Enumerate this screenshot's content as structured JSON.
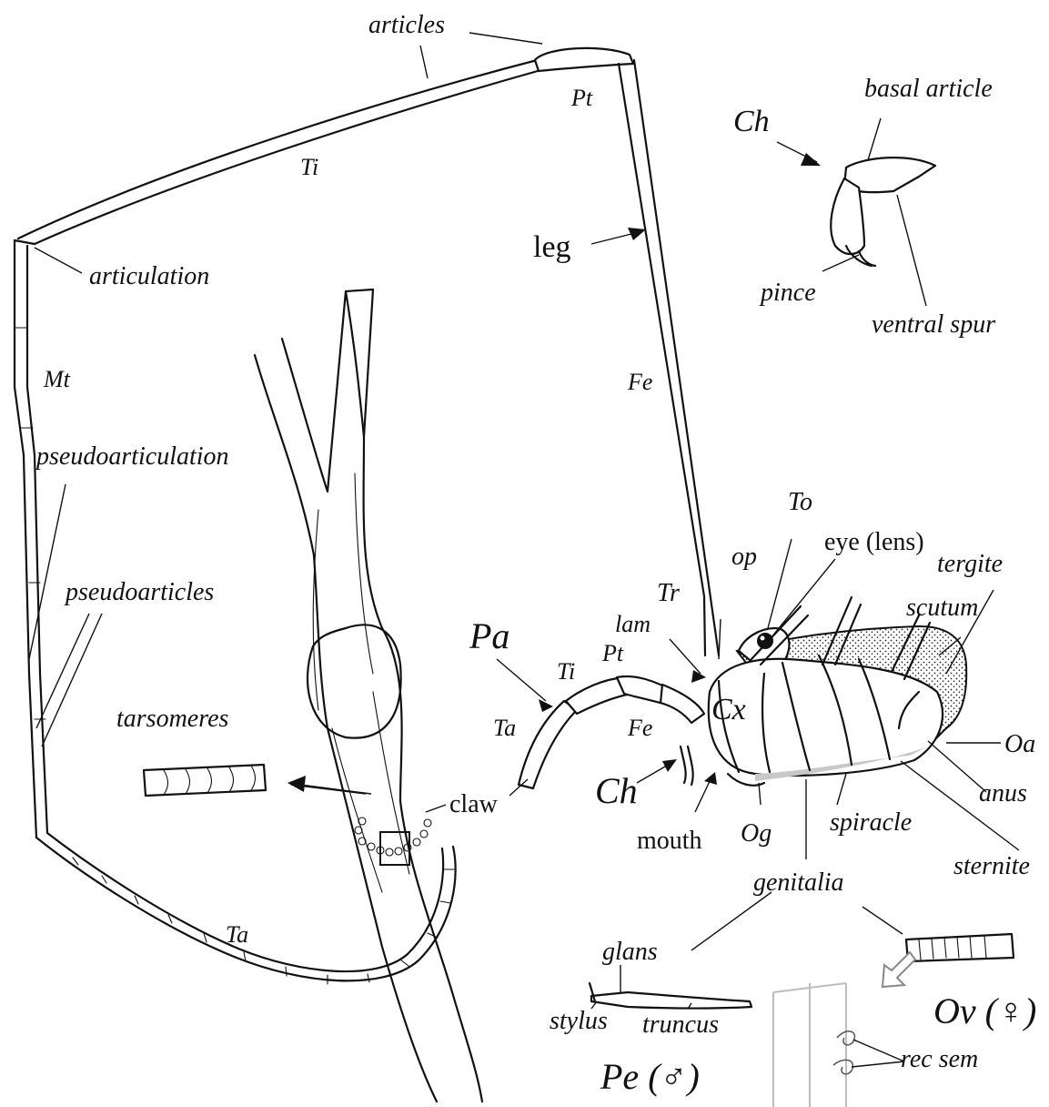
{
  "figure": {
    "labels": {
      "articles": "articles",
      "pt_top": "Pt",
      "ti_top": "Ti",
      "articulation": "articulation",
      "mt": "Mt",
      "pseudoarticulation": "pseudoarticulation",
      "pseudoarticles": "pseudoarticles",
      "tarsomeres": "tarsomeres",
      "ta_leg": "Ta",
      "claw": "claw",
      "leg": "leg",
      "fe_leg": "Fe",
      "ch_detail": "Ch",
      "basal_article": "basal article",
      "pince": "pince",
      "ventral_spur": "ventral spur",
      "to": "To",
      "eye_lens": "eye (lens)",
      "op": "op",
      "tergite": "tergite",
      "scutum": "scutum",
      "tr": "Tr",
      "lam": "lam",
      "pa": "Pa",
      "ti_palp": "Ti",
      "pt_palp": "Pt",
      "ta_palp": "Ta",
      "fe_palp": "Fe",
      "cx": "Cx",
      "ch_body": "Ch",
      "oa": "Oa",
      "anus": "anus",
      "mouth": "mouth",
      "og": "Og",
      "spiracle": "spiracle",
      "sternite": "sternite",
      "genitalia": "genitalia",
      "glans": "glans",
      "stylus": "stylus",
      "truncus": "truncus",
      "pe_male": "Pe (♂)",
      "ov_female": "Ov (♀)",
      "rec_sem": "rec sem"
    }
  }
}
